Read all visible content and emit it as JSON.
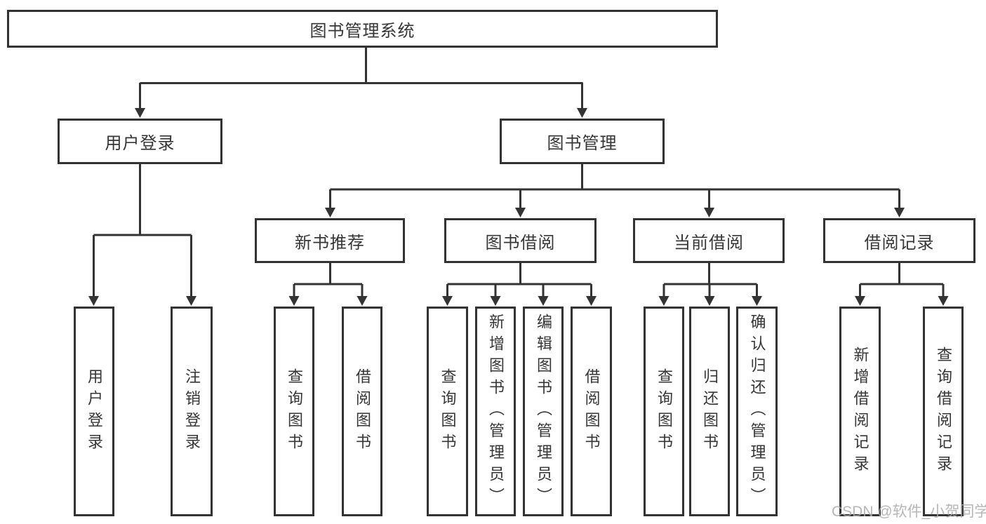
{
  "diagram": {
    "root": "图书管理系统",
    "level2": {
      "user_login": "用户登录",
      "book_mgmt": "图书管理"
    },
    "level3": {
      "new_book_rec": "新书推荐",
      "book_borrow": "图书借阅",
      "current_borrow": "当前借阅",
      "borrow_record": "借阅记录"
    },
    "leaves": {
      "login": "用户登录",
      "logout": "注销登录",
      "rec_query": "查询图书",
      "rec_borrow": "借阅图书",
      "bb_query": "查询图书",
      "bb_add": "新增图书（管理员）",
      "bb_edit": "编辑图书（管理员）",
      "bb_borrow": "借阅图书",
      "cb_query": "查询图书",
      "cb_return": "归还图书",
      "cb_confirm": "确认归还（管理员）",
      "br_add": "新增借阅记录",
      "br_query": "查询借阅记录"
    }
  },
  "watermark": "CSDN @软件_小贺同学",
  "colors": {
    "line": "#333333",
    "text": "#363636",
    "watermark": "#aaaaaa",
    "background": "#ffffff"
  }
}
